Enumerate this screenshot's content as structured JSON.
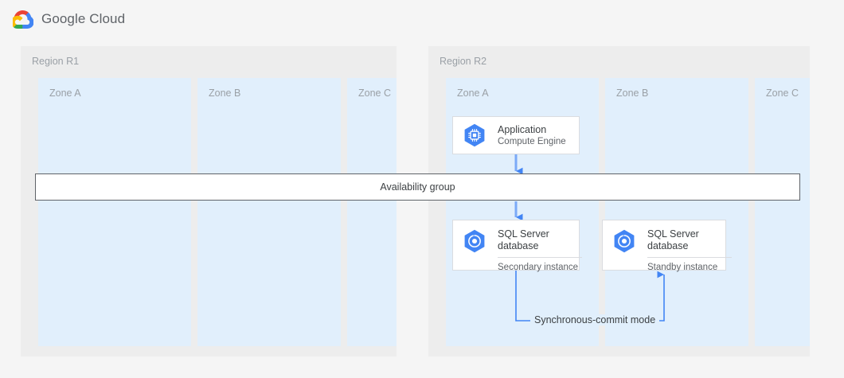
{
  "header": {
    "logo_icon": "google-cloud-logo-icon",
    "wordmark": "Google Cloud"
  },
  "colors": {
    "page_background": "#f5f5f5",
    "region_background": "#ededed",
    "zone_background": "#e1effc",
    "node_background": "#ffffff",
    "node_border": "#dadce0",
    "connector": "#4285f4",
    "icon_blue": "#4285f4",
    "label_gray": "#9aa0a6",
    "text_dark": "#3c4043",
    "bar_border": "#5f6368"
  },
  "diagram": {
    "regions": [
      {
        "name": "region-r1",
        "label": "Region R1",
        "zones": [
          {
            "name": "zone-a",
            "label": "Zone A"
          },
          {
            "name": "zone-b",
            "label": "Zone B"
          },
          {
            "name": "zone-c",
            "label": "Zone C"
          }
        ]
      },
      {
        "name": "region-r2",
        "label": "Region R2",
        "zones": [
          {
            "name": "zone-a",
            "label": "Zone A"
          },
          {
            "name": "zone-b",
            "label": "Zone B"
          },
          {
            "name": "zone-c",
            "label": "Zone C"
          }
        ]
      }
    ],
    "availability_group": {
      "label": "Availability group"
    },
    "nodes": [
      {
        "name": "node-application",
        "icon": "compute-engine-icon",
        "title": "Application",
        "subtitle": "Compute Engine",
        "region": "Region R2",
        "zone": "Zone A"
      },
      {
        "name": "node-sql-secondary",
        "icon": "sql-server-database-icon",
        "title": "SQL Server\ndatabase",
        "instance": "Secondary instance",
        "region": "Region R2",
        "zone": "Zone A"
      },
      {
        "name": "node-sql-standby",
        "icon": "sql-server-database-icon",
        "title": "SQL Server\ndatabase",
        "instance": "Standby instance",
        "region": "Region R2",
        "zone": "Zone B"
      }
    ],
    "connectors": [
      {
        "name": "connector-application-to-availability-group",
        "from": "node-application",
        "to": "availability-group",
        "label": "",
        "arrow": "down"
      },
      {
        "name": "connector-availability-group-to-secondary",
        "from": "availability-group",
        "to": "node-sql-secondary",
        "label": "",
        "arrow": "down"
      },
      {
        "name": "connector-secondary-to-standby",
        "from": "node-sql-secondary",
        "to": "node-sql-standby",
        "label": "Synchronous-commit mode",
        "arrow": "up"
      }
    ]
  }
}
